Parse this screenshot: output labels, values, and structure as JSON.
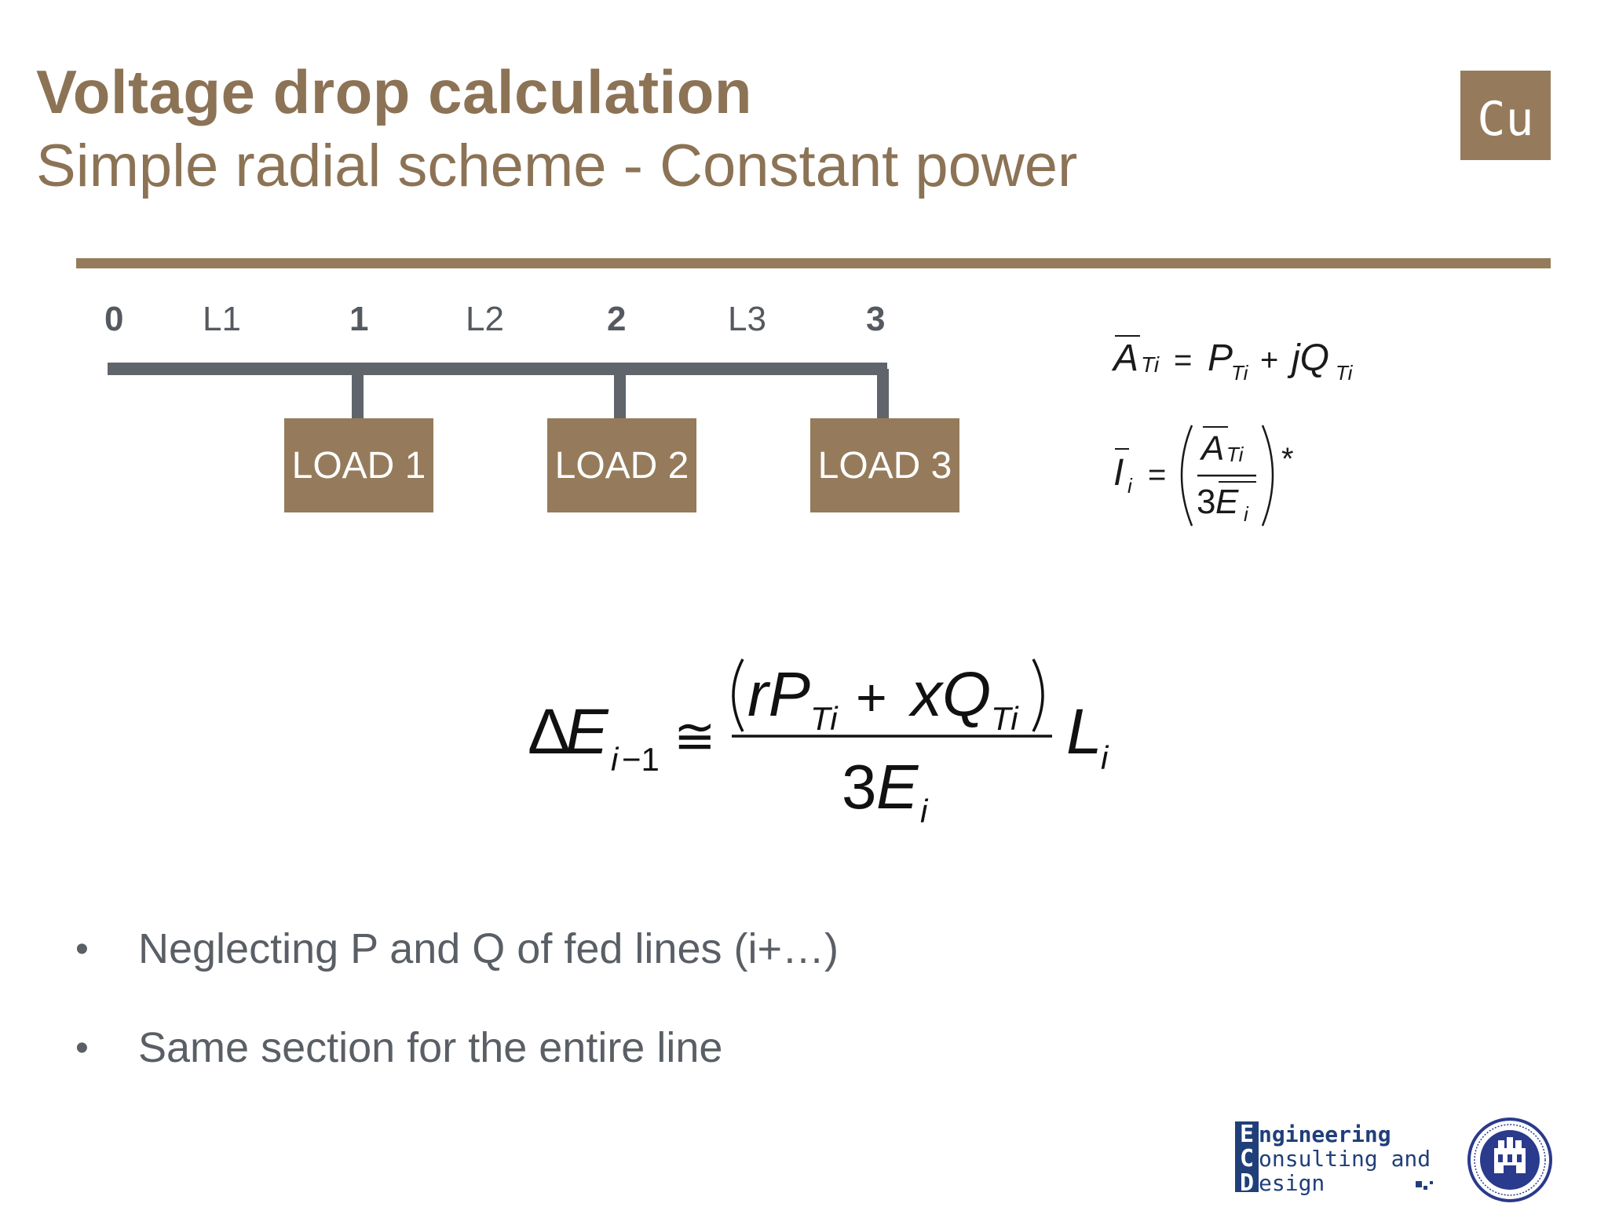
{
  "header": {
    "title": "Voltage drop calculation",
    "subtitle": "Simple radial scheme - Constant power",
    "badge": "Cu"
  },
  "diagram": {
    "nodes": [
      "0",
      "1",
      "2",
      "3"
    ],
    "lines": [
      "L1",
      "L2",
      "L3"
    ],
    "loads": [
      "LOAD 1",
      "LOAD 2",
      "LOAD 3"
    ]
  },
  "equations": {
    "apparent_power": "A̅Ti = PTi + jQTi",
    "current": "I̅i = (A̅Ti / 3E̅i)*",
    "voltage_drop": "ΔEi−1 ≅ (rPTi + xQTi) / 3Ei · Li"
  },
  "bullets": [
    "Neglecting P and Q of fed lines (i+…)",
    "Same section for the entire line"
  ],
  "footer": {
    "logo_lines": [
      "Engineering",
      "Consulting and",
      "Design"
    ]
  },
  "colors": {
    "brand": "#957b5b",
    "title": "#8c7355",
    "bus": "#5f656b",
    "logo_blue": "#203f7a"
  }
}
